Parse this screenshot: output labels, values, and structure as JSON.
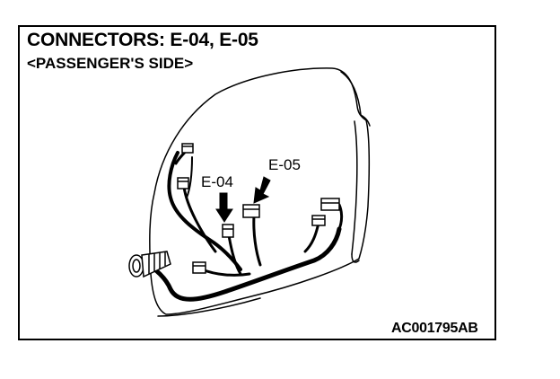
{
  "diagram": {
    "title": "CONNECTORS: E-04, E-05",
    "subtitle": "<PASSENGER'S SIDE>",
    "callouts": {
      "e04": "E-04",
      "e05": "E-05"
    },
    "reference_code": "AC001795AB"
  },
  "colors": {
    "line": "#000000",
    "background": "#ffffff"
  }
}
